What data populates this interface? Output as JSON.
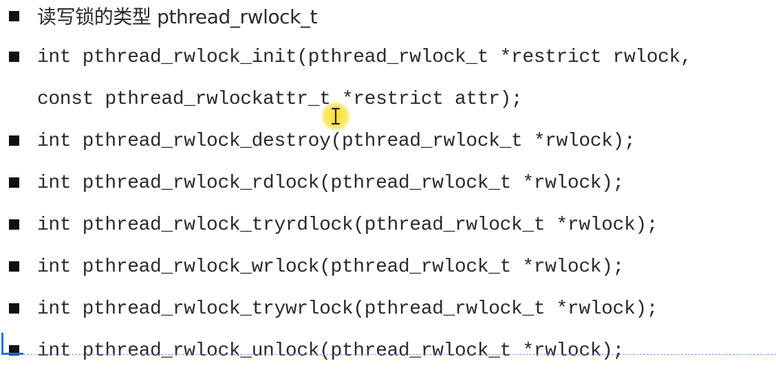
{
  "slide": {
    "lines": [
      {
        "bullet": true,
        "text": "读写锁的类型 pthread_rwlock_t"
      },
      {
        "bullet": true,
        "text": "int pthread_rwlock_init(pthread_rwlock_t *restrict rwlock,"
      },
      {
        "bullet": false,
        "text": "const pthread_rwlockattr_t *restrict attr);"
      },
      {
        "bullet": true,
        "text": "int pthread_rwlock_destroy(pthread_rwlock_t *rwlock);"
      },
      {
        "bullet": true,
        "text": "int pthread_rwlock_rdlock(pthread_rwlock_t *rwlock);"
      },
      {
        "bullet": true,
        "text": "int pthread_rwlock_tryrdlock(pthread_rwlock_t *rwlock);"
      },
      {
        "bullet": true,
        "text": "int pthread_rwlock_wrlock(pthread_rwlock_t *rwlock);"
      },
      {
        "bullet": true,
        "text": "int pthread_rwlock_trywrlock(pthread_rwlock_t *rwlock);"
      },
      {
        "bullet": true,
        "text": "int pthread_rwlock_unlock(pthread_rwlock_t *rwlock);"
      }
    ]
  },
  "colors": {
    "text": "#2a2a2a",
    "bullet": "#111111",
    "cursor_highlight": "#ffd600",
    "edit_caret": "#1e6fe0"
  },
  "icons": {
    "cursor": "ibeam-cursor-icon",
    "bullet": "square-bullet-icon"
  }
}
